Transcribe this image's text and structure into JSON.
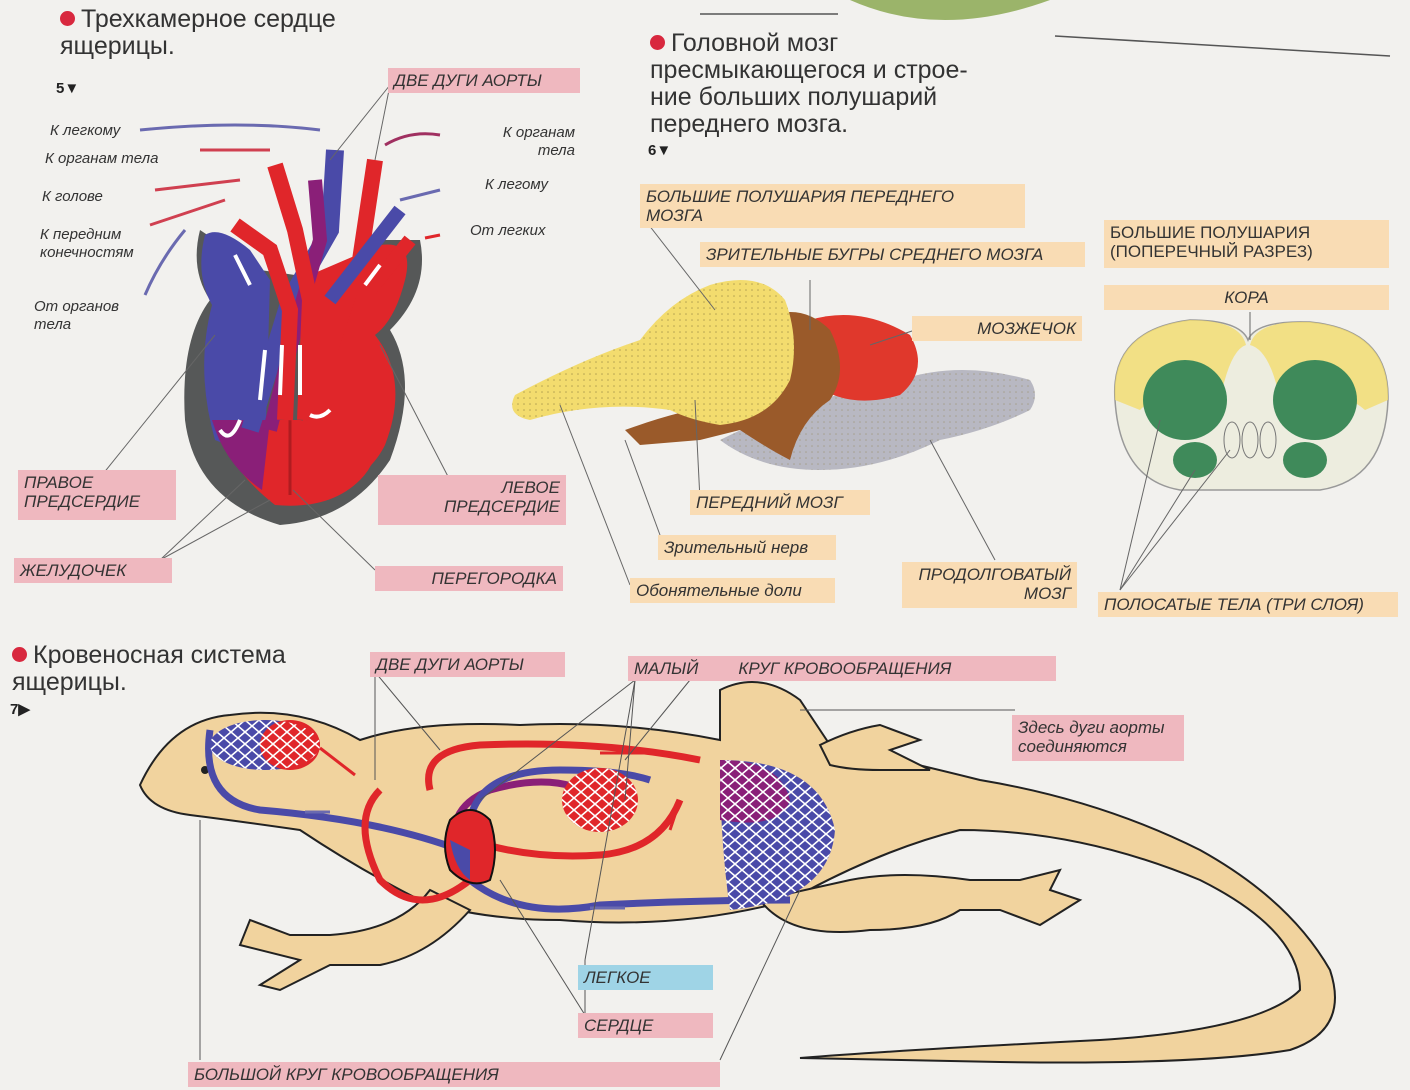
{
  "heart": {
    "title_line1": "Трехкамерное сердце",
    "title_line2": "ящерицы.",
    "fig": "5▼",
    "labels": {
      "aorta_arches": "ДВЕ ДУГИ АОРТЫ",
      "to_lung": "К легкому",
      "to_body_organs_left": "К органам тела",
      "to_head": "К голове",
      "to_forelimbs_1": "К передним",
      "to_forelimbs_2": "конечностям",
      "from_body_1": "От органов",
      "from_body_2": "тела",
      "to_body_organs_right_1": "К органам",
      "to_body_organs_right_2": "тела",
      "to_lung_right": "К легому",
      "from_lungs": "От легких",
      "right_atrium_1": "ПРАВОЕ",
      "right_atrium_2": "ПРЕДСЕРДИЕ",
      "left_atrium_1": "ЛЕВОЕ",
      "left_atrium_2": "ПРЕДСЕРДИЕ",
      "ventricle": "ЖЕЛУДОЧЕК",
      "septum": "ПЕРЕГОРОДКА"
    }
  },
  "brain": {
    "title_line1": "Головной мозг",
    "title_line2": "пресмыкающегося и строе-",
    "title_line3": "ние больших полушарий",
    "title_line4": "переднего мозга.",
    "fig": "6▼",
    "labels": {
      "hemispheres_1": "БОЛЬШИЕ ПОЛУШАРИЯ ПЕРЕДНЕГО",
      "hemispheres_2": "МОЗГА",
      "optic_lobes": "ЗРИТЕЛЬНЫЕ БУГРЫ СРЕДНЕГО МОЗГА",
      "cerebellum": "МОЗЖЕЧОК",
      "forebrain": "ПЕРЕДНИЙ МОЗГ",
      "optic_nerve": "Зрительный нерв",
      "olfactory": "Обонятельные доли",
      "medulla_1": "ПРОДОЛГОВАТЫЙ",
      "medulla_2": "МОЗГ",
      "cross_title_1": "БОЛЬШИЕ ПОЛУШАРИЯ",
      "cross_title_2": "(ПОПЕРЕЧНЫЙ РАЗРЕЗ)",
      "cortex": "КОРА",
      "striatum": "ПОЛОСАТЫЕ ТЕЛА (ТРИ СЛОЯ)"
    }
  },
  "circulation": {
    "title_line1": "Кровеносная система",
    "title_line2": "ящерицы.",
    "fig": "7▶",
    "labels": {
      "aorta_arches": "ДВЕ ДУГИ АОРТЫ",
      "pulmonary_1": "МАЛЫЙ",
      "pulmonary_2": "КРУГ КРОВООБРАЩЕНИЯ",
      "join_1": "Здесь дуги аорты",
      "join_2": "соединяются",
      "lung": "ЛЕГКОЕ",
      "heart": "СЕРДЦЕ",
      "systemic": "БОЛЬШОЙ КРУГ КРОВООБРАЩЕНИЯ"
    }
  },
  "colors": {
    "arterial": "#e0262a",
    "venous": "#4a4aa8",
    "mixed": "#8a1f78",
    "lizard_body": "#f1d39e",
    "brain_yellow": "#f3dc6e",
    "brain_brown": "#9a5a2a",
    "brain_red": "#e0382c",
    "brain_gray": "#b8b8c2",
    "cross_green": "#3f8a5a",
    "label_pink": "#efb8bf",
    "label_peach": "#f9dcb4",
    "label_blue": "#9fd4e6"
  }
}
